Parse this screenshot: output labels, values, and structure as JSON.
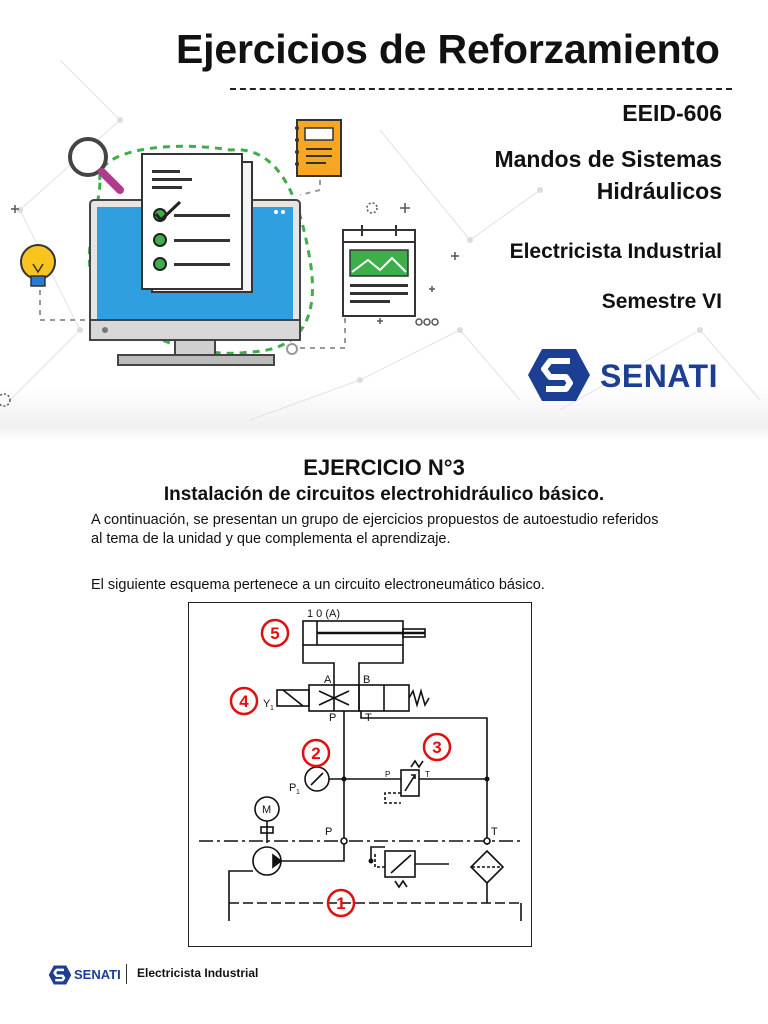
{
  "header": {
    "title": "Ejercicios de Reforzamiento",
    "course_code": "EEID-606",
    "course_name_line1": "Mandos de Sistemas",
    "course_name_line2": "Hidráulicos",
    "career": "Electricista Industrial",
    "semester": "Semestre VI",
    "logo_text": "SENATI"
  },
  "exercise": {
    "title": "EJERCICIO N°3",
    "subtitle": "Instalación de circuitos electrohidráulico básico.",
    "paragraph_line1": "A continuación, se presentan un grupo de ejercicios propuestos de autoestudio referidos",
    "paragraph_line2": "al tema de la unidad y que complementa el aprendizaje.",
    "schema_intro": "El  siguiente esquema  pertenece a  un circuito electroneumático básico."
  },
  "diagram": {
    "cylinder_label": "1 0   (A)",
    "port_a": "A",
    "port_b": "B",
    "port_p": "P",
    "port_t": "T",
    "solenoid_label": "Y",
    "solenoid_sub": "1",
    "gauge_label": "P",
    "gauge_sub": "1",
    "motor_label": "M",
    "tank_p": "P",
    "tank_t": "T",
    "relief_p": "P",
    "relief_t": "T",
    "callouts": [
      "1",
      "2",
      "3",
      "4",
      "5"
    ]
  },
  "footer": {
    "logo_text": "SENATI",
    "career": "Electricista Industrial"
  },
  "colors": {
    "brand_blue": "#1c3f94",
    "callout_red": "#e01010",
    "screen_blue": "#2f9fe0",
    "dashed_green": "#3dae49",
    "bulb_yellow": "#f7c51e",
    "magnifier_pink": "#b03a8c",
    "notebook_orange": "#f5a623"
  }
}
